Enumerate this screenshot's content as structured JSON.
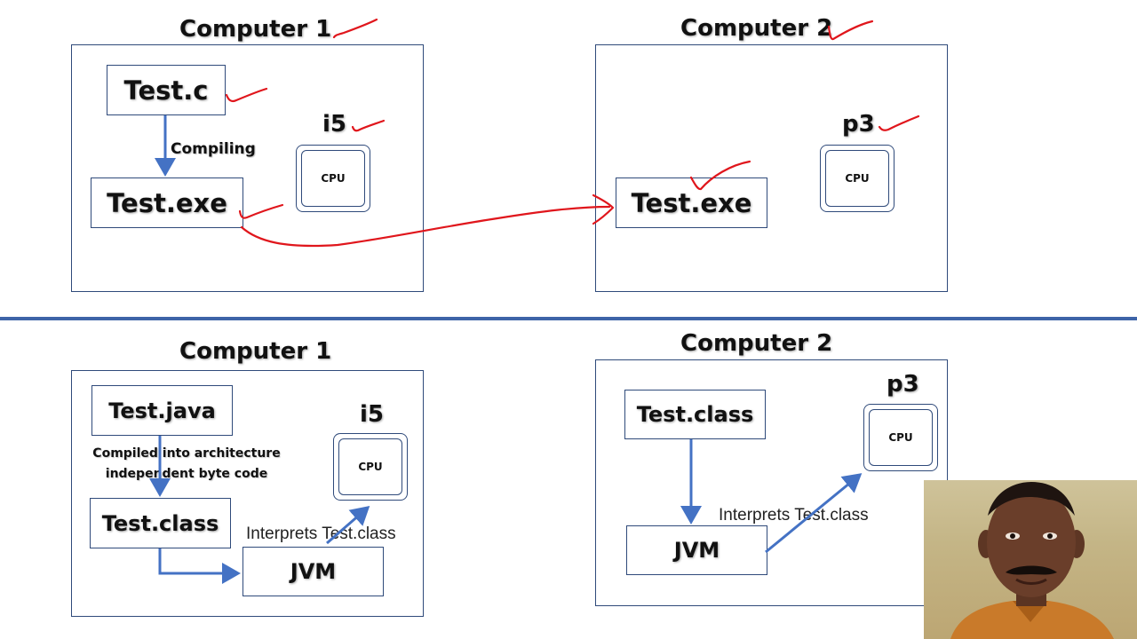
{
  "top": {
    "computer1": {
      "title": "Computer 1",
      "source_file": "Test.c",
      "step_label": "Compiling",
      "output_file": "Test.exe",
      "processor": "i5",
      "cpu_label": "CPU"
    },
    "computer2": {
      "title": "Computer 2",
      "file": "Test.exe",
      "processor": "p3",
      "cpu_label": "CPU"
    }
  },
  "bottom": {
    "computer1": {
      "title": "Computer 1",
      "source_file": "Test.java",
      "step_label_line1": "Compiled into architecture",
      "step_label_line2": "independent byte code",
      "bytecode_file": "Test.class",
      "vm_label": "JVM",
      "interprets_label": "Interprets Test.class",
      "processor": "i5",
      "cpu_label": "CPU"
    },
    "computer2": {
      "title": "Computer 2",
      "bytecode_file": "Test.class",
      "vm_label": "JVM",
      "interprets_label": "Interprets Test.class",
      "processor": "p3",
      "cpu_label": "CPU"
    }
  },
  "colors": {
    "arrow_blue": "#4472c4",
    "ink_red": "#e0161c",
    "divider": "#3e64a8",
    "frame_border": "#2f4a7a"
  },
  "icons": {
    "presenter": "presenter-video-icon",
    "annotations": "red-checkmark-icon"
  }
}
